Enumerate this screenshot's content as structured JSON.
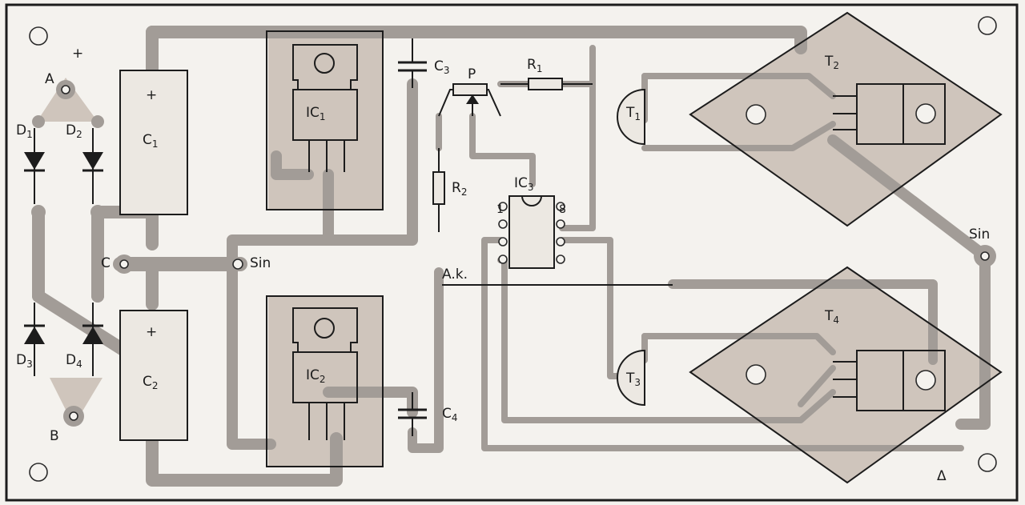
{
  "board": {
    "plus_sign": "+",
    "delta_mark": "Δ",
    "points": {
      "a": "A",
      "b": "B",
      "c": "C",
      "sin_left": "Sin",
      "sin_right": "Sin",
      "ak": "A.k."
    },
    "diodes": [
      {
        "name": "D",
        "index": "1"
      },
      {
        "name": "D",
        "index": "2"
      },
      {
        "name": "D",
        "index": "3"
      },
      {
        "name": "D",
        "index": "4"
      }
    ],
    "capacitors": [
      {
        "name": "C",
        "index": "1",
        "polarity": "+"
      },
      {
        "name": "C",
        "index": "2",
        "polarity": "+"
      },
      {
        "name": "C",
        "index": "3"
      },
      {
        "name": "C",
        "index": "4"
      }
    ],
    "ics": [
      {
        "name": "IC",
        "index": "1"
      },
      {
        "name": "IC",
        "index": "2"
      },
      {
        "name": "IC",
        "index": "3",
        "pin_1": "1",
        "pin_8": "8"
      }
    ],
    "transistors": [
      {
        "name": "T",
        "index": "1"
      },
      {
        "name": "T",
        "index": "2"
      },
      {
        "name": "T",
        "index": "3"
      },
      {
        "name": "T",
        "index": "4"
      }
    ],
    "resistors": [
      {
        "name": "R",
        "index": "1"
      },
      {
        "name": "R",
        "index": "2"
      }
    ],
    "pot": "P"
  }
}
